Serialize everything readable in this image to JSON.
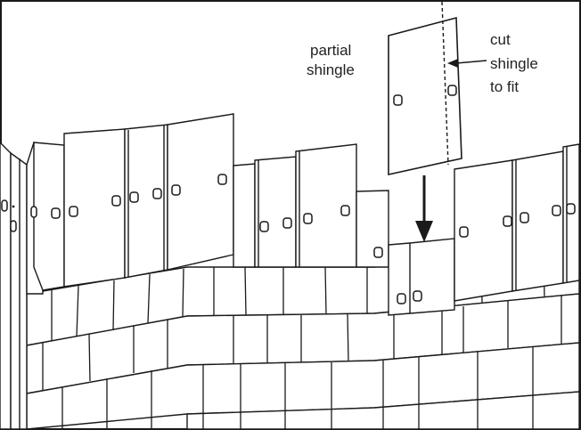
{
  "diagram": {
    "labels": {
      "partial_shingle_line1": "partial",
      "partial_shingle_line2": "shingle",
      "cut_line1": "cut",
      "cut_line2": "shingle",
      "cut_line3": "to fit"
    },
    "colors": {
      "stroke": "#1a1a1a",
      "background": "#ffffff"
    }
  }
}
